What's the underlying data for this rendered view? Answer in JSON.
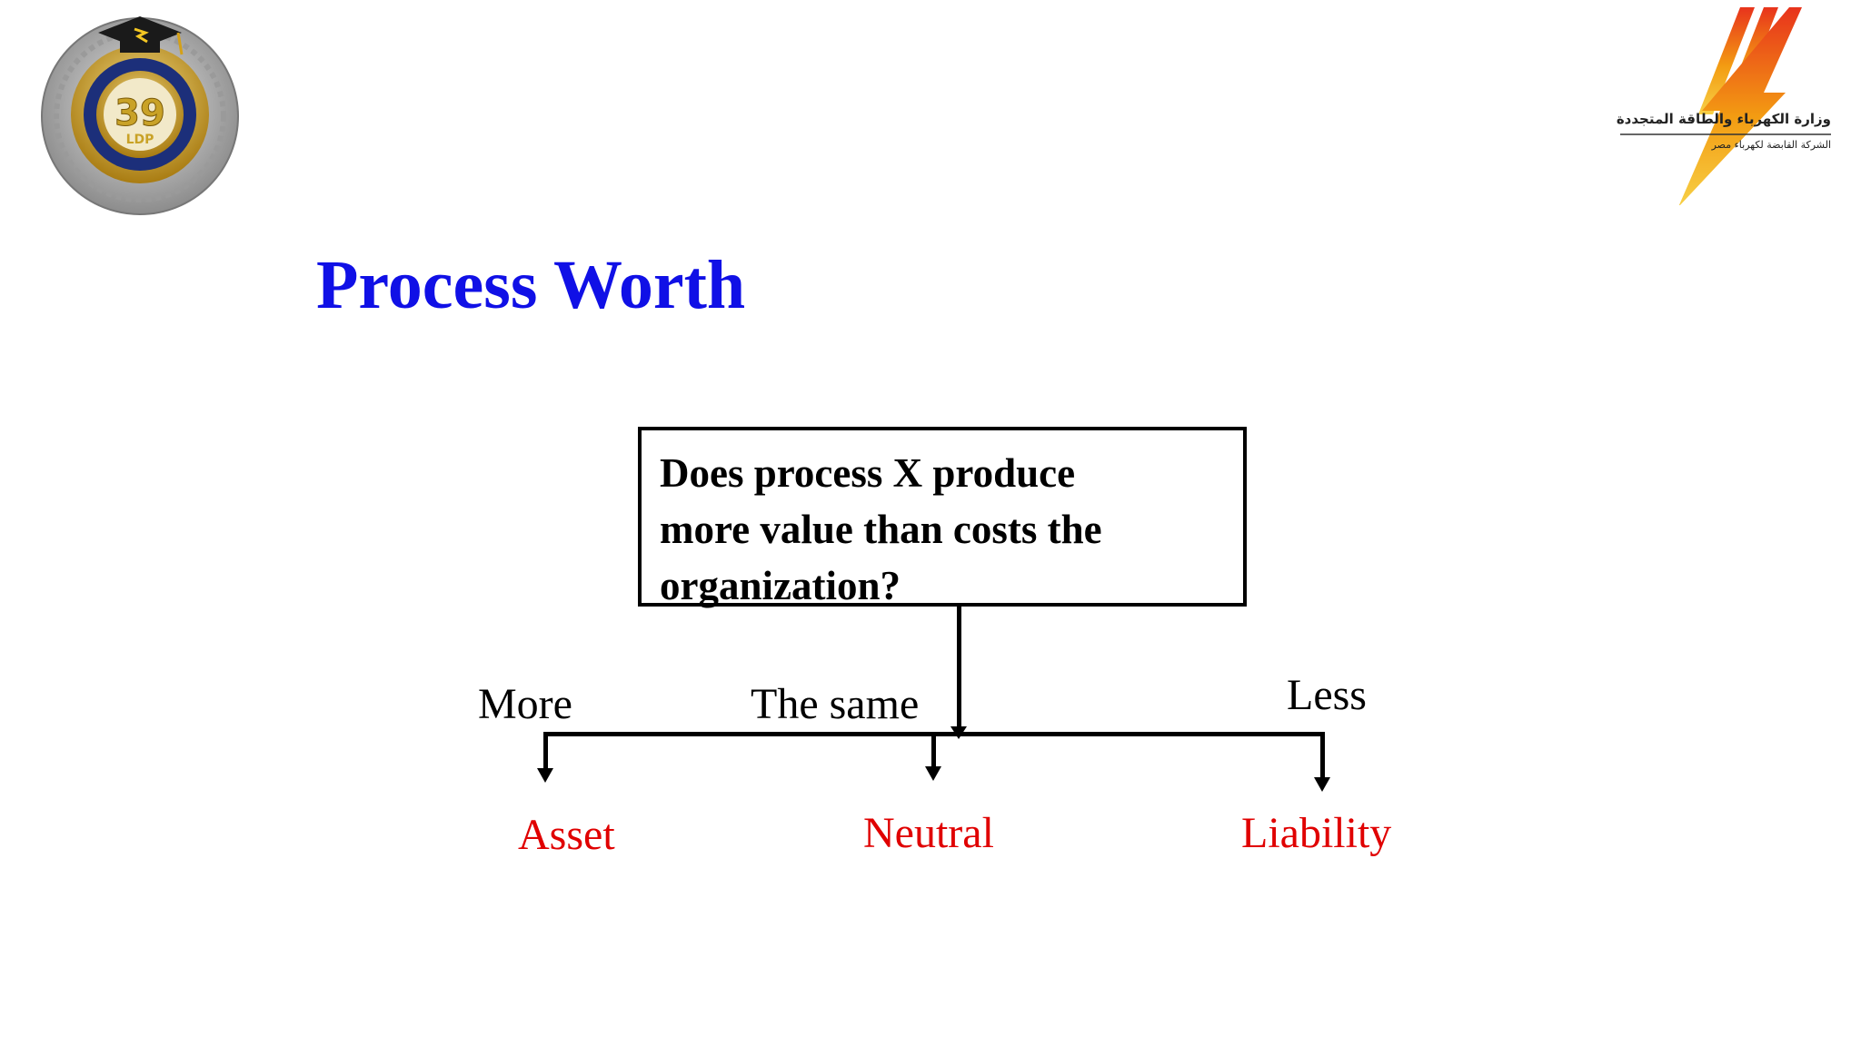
{
  "slide": {
    "title": "Process Worth",
    "question": "Does process X produce\nmore value than costs the\norganization?",
    "branches": [
      {
        "label": "More",
        "outcome": "Asset"
      },
      {
        "label": "The same",
        "outcome": "Neutral"
      },
      {
        "label": "Less",
        "outcome": "Liability"
      }
    ]
  },
  "logos": {
    "left": {
      "badge_number": "39",
      "badge_text": "LDP",
      "name": "ldp-program-logo"
    },
    "right": {
      "arabic_line1": "وزارة الكهرباء والطاقة المتجددة",
      "arabic_line2": "الشركة القابضة لكهرباء مصر",
      "name": "ministry-of-electricity-logo"
    }
  },
  "colors": {
    "title": "#1010e6",
    "outcome": "#e00000",
    "text": "#000000",
    "logo_gold": "#c9a227",
    "logo_navy": "#1c2f7a",
    "bolt_orange": "#f39c12",
    "bolt_red": "#e8331c"
  }
}
